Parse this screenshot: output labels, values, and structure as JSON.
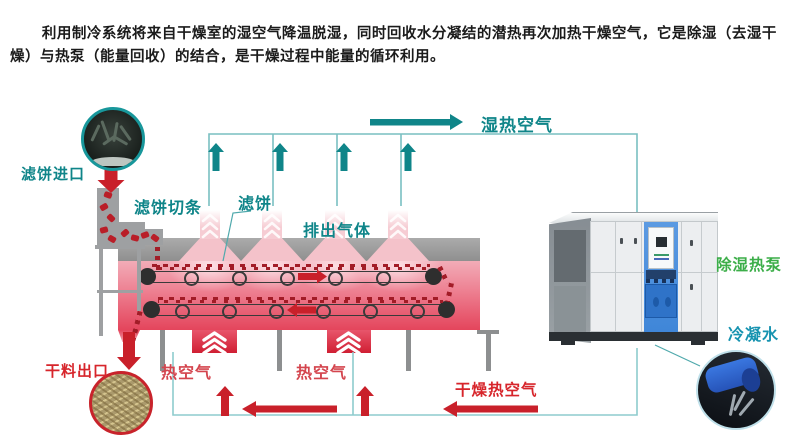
{
  "intro_paragraph": "利用制冷系统将来自干燥室的湿空气降温脱湿，同时回收水分凝结的潜热再次加热干燥空气，它是除湿（去湿干燥）与热泵（能量回收）的结合，是干燥过程中能量的循环利用。",
  "labels": {
    "filter_cake_inlet": "滤饼进口",
    "filter_cake_cutting": "滤饼切条",
    "filter_cake": "滤饼",
    "exhaust_gas": "排出气体",
    "humid_hot_air": "湿热空气",
    "dry_material_outlet": "干料出口",
    "hot_air_left": "热空气",
    "hot_air_right": "热空气",
    "drying_hot_air": "干燥热空气",
    "dehumidifying_heat_pump": "除湿热泵",
    "condensate_water": "冷凝水"
  },
  "colors": {
    "teal_accent": "#0f8589",
    "teal_duct_line": "#79bfc1",
    "red_accent": "#d0202a",
    "hot_air_label_red": "#d4454e",
    "chamber_pink_top": "#f3bcc5",
    "chamber_pink_bottom": "#e4455c",
    "machine_gray": "#9ea0a2",
    "heat_pump_blue": "#3f86d8",
    "heat_pump_label_green": "#3cae49",
    "condensate_label_cyan": "#1693b0"
  },
  "images": {
    "filter_cake_photo": "wet-filter-cake-strips-photo",
    "dry_material_photo": "dried-material-photo",
    "condensate_photo": "condensate-water-pipe-photo"
  }
}
